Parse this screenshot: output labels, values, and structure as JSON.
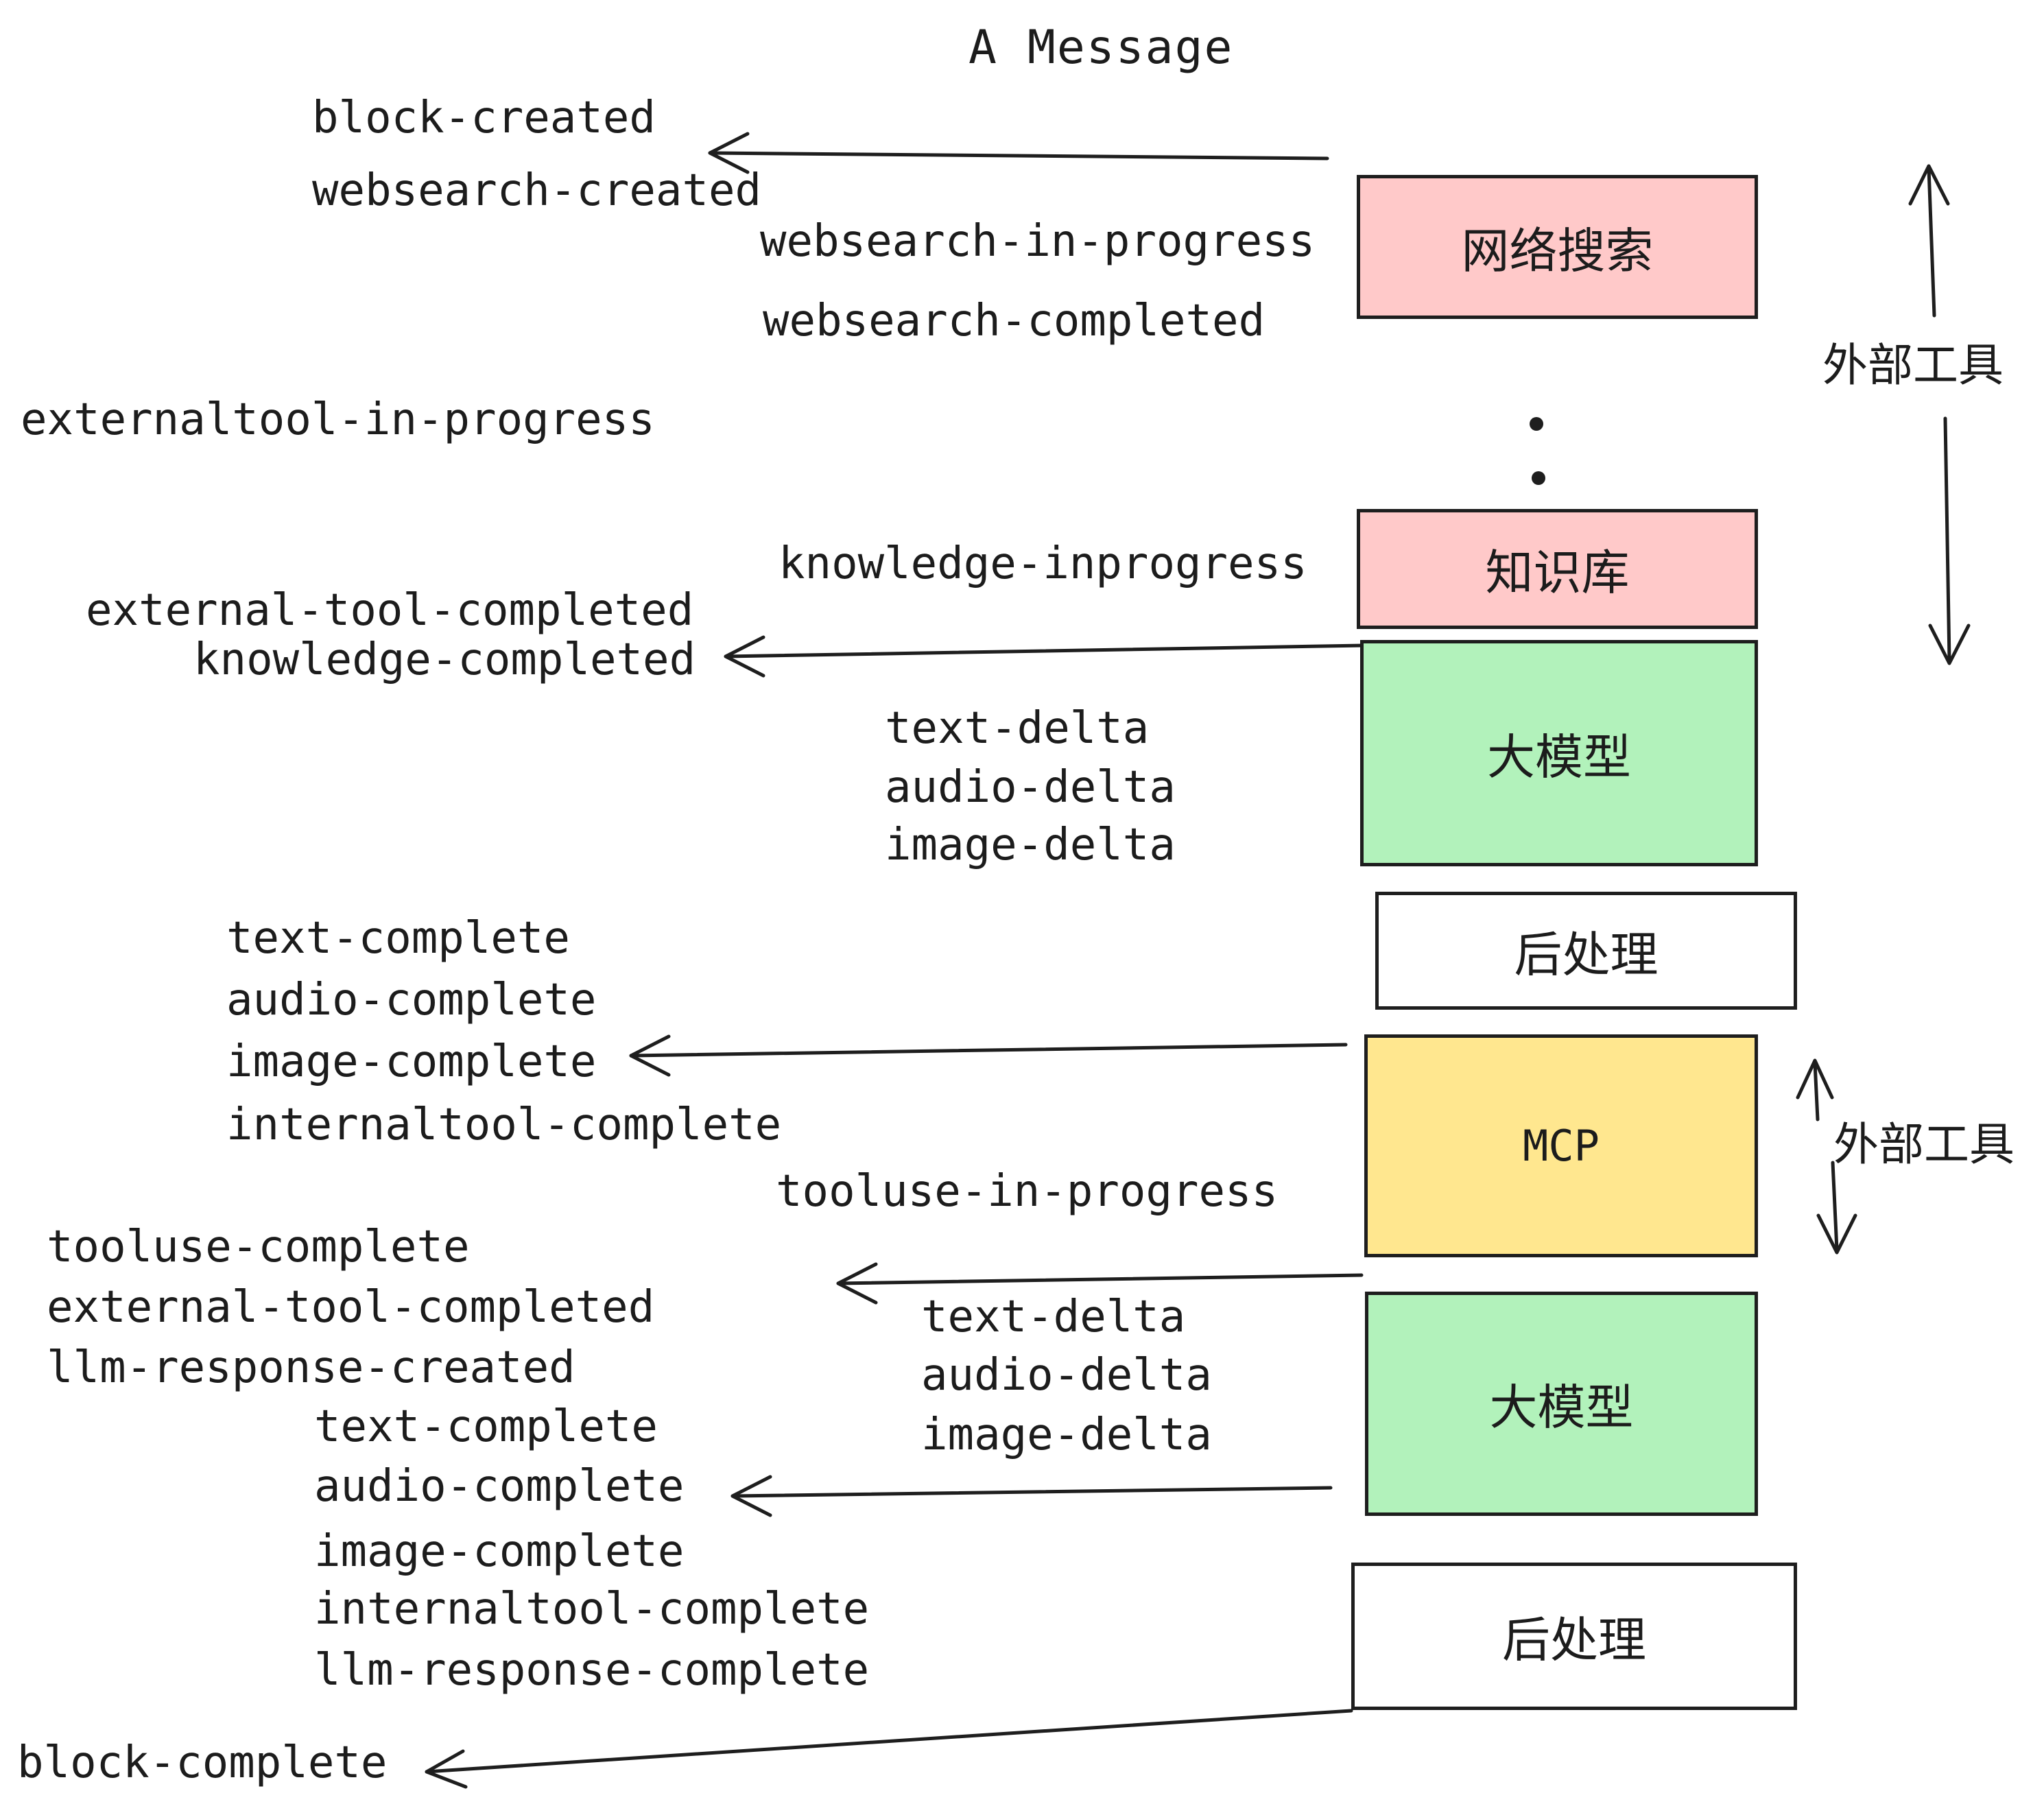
{
  "title": "A Message",
  "colors": {
    "pink": "#FFC9C9",
    "green": "#B2F2BB",
    "yellow": "#FFE78F",
    "white": "#FFFFFF",
    "stroke": "#1E1E1E",
    "text": "#1C1C1C"
  },
  "boxes": [
    {
      "id": "websearch",
      "label": "网络搜索",
      "fill": "#FFC9C9"
    },
    {
      "id": "knowledge",
      "label": "知识库",
      "fill": "#FFC9C9"
    },
    {
      "id": "llm-1",
      "label": "大模型",
      "fill": "#B2F2BB"
    },
    {
      "id": "post-1",
      "label": "后处理",
      "fill": "#FFFFFF"
    },
    {
      "id": "mcp",
      "label": "MCP",
      "fill": "#FFE78F"
    },
    {
      "id": "llm-2",
      "label": "大模型",
      "fill": "#B2F2BB"
    },
    {
      "id": "post-2",
      "label": "后处理",
      "fill": "#FFFFFF"
    }
  ],
  "side_labels": {
    "external_tools_top": "外部工具",
    "external_tools_bottom": "外部工具"
  },
  "icons": {
    "vertical_ellipsis_icon": "•••"
  },
  "events": [
    {
      "id": "block-created",
      "text": "block-created"
    },
    {
      "id": "websearch-created",
      "text": "websearch-created"
    },
    {
      "id": "websearch-in-progress",
      "text": "websearch-in-progress"
    },
    {
      "id": "websearch-completed",
      "text": "websearch-completed"
    },
    {
      "id": "externaltool-in-progress",
      "text": "externaltool-in-progress"
    },
    {
      "id": "knowledge-inprogress",
      "text": "knowledge-inprogress"
    },
    {
      "id": "external-tool-completed",
      "text": "external-tool-completed"
    },
    {
      "id": "knowledge-completed",
      "text": "knowledge-completed"
    },
    {
      "id": "text-delta",
      "text": "text-delta"
    },
    {
      "id": "audio-delta",
      "text": "audio-delta"
    },
    {
      "id": "image-delta",
      "text": "image-delta"
    },
    {
      "id": "text-complete",
      "text": "text-complete"
    },
    {
      "id": "audio-complete",
      "text": "audio-complete"
    },
    {
      "id": "image-complete",
      "text": "image-complete"
    },
    {
      "id": "internaltool-complete",
      "text": "internaltool-complete"
    },
    {
      "id": "tooluse-in-progress",
      "text": "tooluse-in-progress"
    },
    {
      "id": "tooluse-complete",
      "text": "tooluse-complete"
    },
    {
      "id": "external-tool-completed-2",
      "text": "external-tool-completed"
    },
    {
      "id": "llm-response-created",
      "text": "llm-response-created"
    },
    {
      "id": "text-complete-2",
      "text": "text-complete"
    },
    {
      "id": "audio-complete-2",
      "text": "audio-complete"
    },
    {
      "id": "image-complete-2",
      "text": "image-complete"
    },
    {
      "id": "internaltool-complete-2",
      "text": "internaltool-complete"
    },
    {
      "id": "llm-response-complete",
      "text": "llm-response-complete"
    },
    {
      "id": "block-complete",
      "text": "block-complete"
    },
    {
      "id": "text-delta-2",
      "text": "text-delta"
    },
    {
      "id": "audio-delta-2",
      "text": "audio-delta"
    },
    {
      "id": "image-delta-2",
      "text": "image-delta"
    }
  ]
}
